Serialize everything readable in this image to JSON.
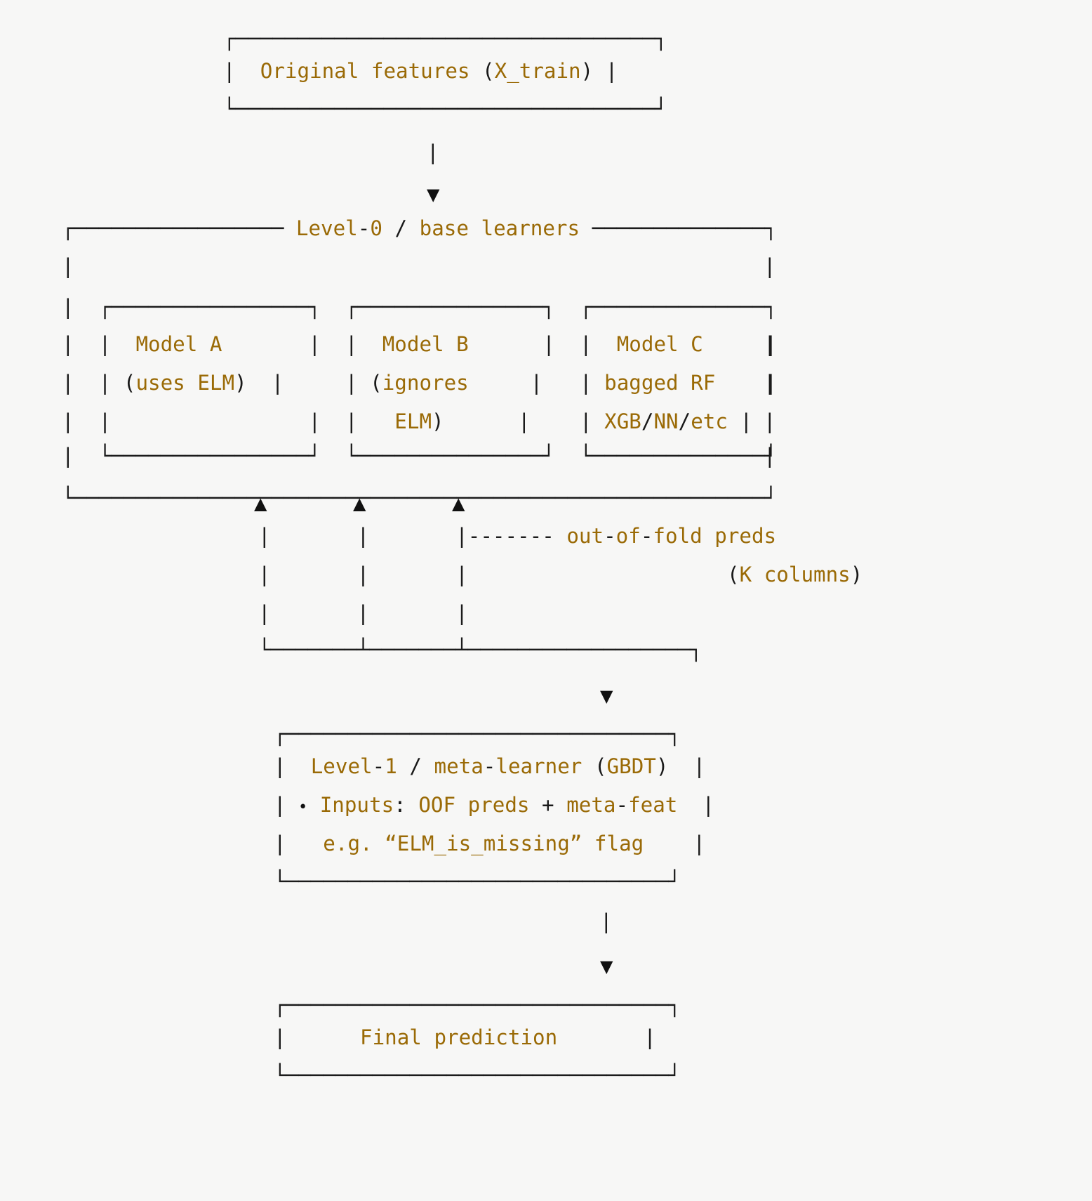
{
  "meta": {
    "title": "Stacking ensemble flow diagram",
    "background_color": "#f7f7f6",
    "word_color": "#9a6a06",
    "punct_color": "#191919",
    "box_color": "#1b1b1b"
  },
  "nodes": {
    "input_box": {
      "name": "original-features",
      "label": "Original features",
      "paren_open": "(",
      "variable": "X_train",
      "paren_close": ")"
    },
    "level0": {
      "name": "level-0-base-learners",
      "title_word_1": "Level",
      "title_dash": "-",
      "title_num": "0",
      "title_slash": "/",
      "title_word_2": "base learners",
      "full_title": "Level-0 / base learners",
      "models": [
        {
          "name": "model-a",
          "lines": [
            "Model A",
            "(uses ELM)",
            ""
          ],
          "line1": "Model A",
          "line2_paren_open": "(",
          "line2_text": "uses ELM",
          "line2_paren_close": ")",
          "line3": ""
        },
        {
          "name": "model-b",
          "lines": [
            "Model B",
            "(ignores",
            "ELM)"
          ],
          "line1": "Model B",
          "line2_paren_open": "(",
          "line2_text": "ignores",
          "line3_text": "ELM",
          "line3_paren_close": ")"
        },
        {
          "name": "model-c",
          "lines": [
            "Model C",
            "bagged RF",
            "XGB/NN/etc"
          ],
          "line1": "Model C",
          "line2": "bagged RF",
          "line3_a": "XGB",
          "line3_sep1": "/",
          "line3_b": "NN",
          "line3_sep2": "/",
          "line3_c": "etc"
        }
      ]
    },
    "oof_label": {
      "name": "out-of-fold-preds-label",
      "leader": "|-------",
      "text_a": "out",
      "dash1": "-",
      "text_b": "of",
      "dash2": "-",
      "text_c": "fold preds",
      "full": "out-of-fold preds"
    },
    "k_columns": {
      "name": "k-columns-label",
      "paren_open": "(",
      "text": "K columns",
      "paren_close": ")",
      "full": "(K columns)"
    },
    "level1": {
      "name": "level-1-meta-learner",
      "line1_word_1": "Level",
      "line1_dash": "-",
      "line1_num": "1",
      "line1_slash": "/",
      "line1_word_2": "meta",
      "line1_dash2": "-",
      "line1_word_3": "learner",
      "line1_paren_open": "(",
      "line1_algo": "GBDT",
      "line1_paren_close": ")",
      "line1_full": "Level-1 / meta-learner (GBDT)",
      "bullet": "•",
      "line2_label": "Inputs",
      "line2_colon": ":",
      "line2_a": "OOF preds",
      "line2_plus": "+",
      "line2_b": "meta",
      "line2_dash": "-",
      "line2_c": "feat",
      "line2_full": "• Inputs: OOF preds + meta-feat",
      "line3_prefix": "e.g.",
      "line3_quote_open": "“",
      "line3_flag": "ELM_is_missing",
      "line3_quote_close": "”",
      "line3_suffix": "flag",
      "line3_full": "e.g. “ELM_is_missing” flag"
    },
    "final_box": {
      "name": "final-prediction",
      "label": "Final prediction"
    }
  },
  "glyphs": {
    "arrow_down": "▼",
    "arrow_up": "▲",
    "pipe": "|",
    "dash": "-",
    "bullet": "•"
  }
}
